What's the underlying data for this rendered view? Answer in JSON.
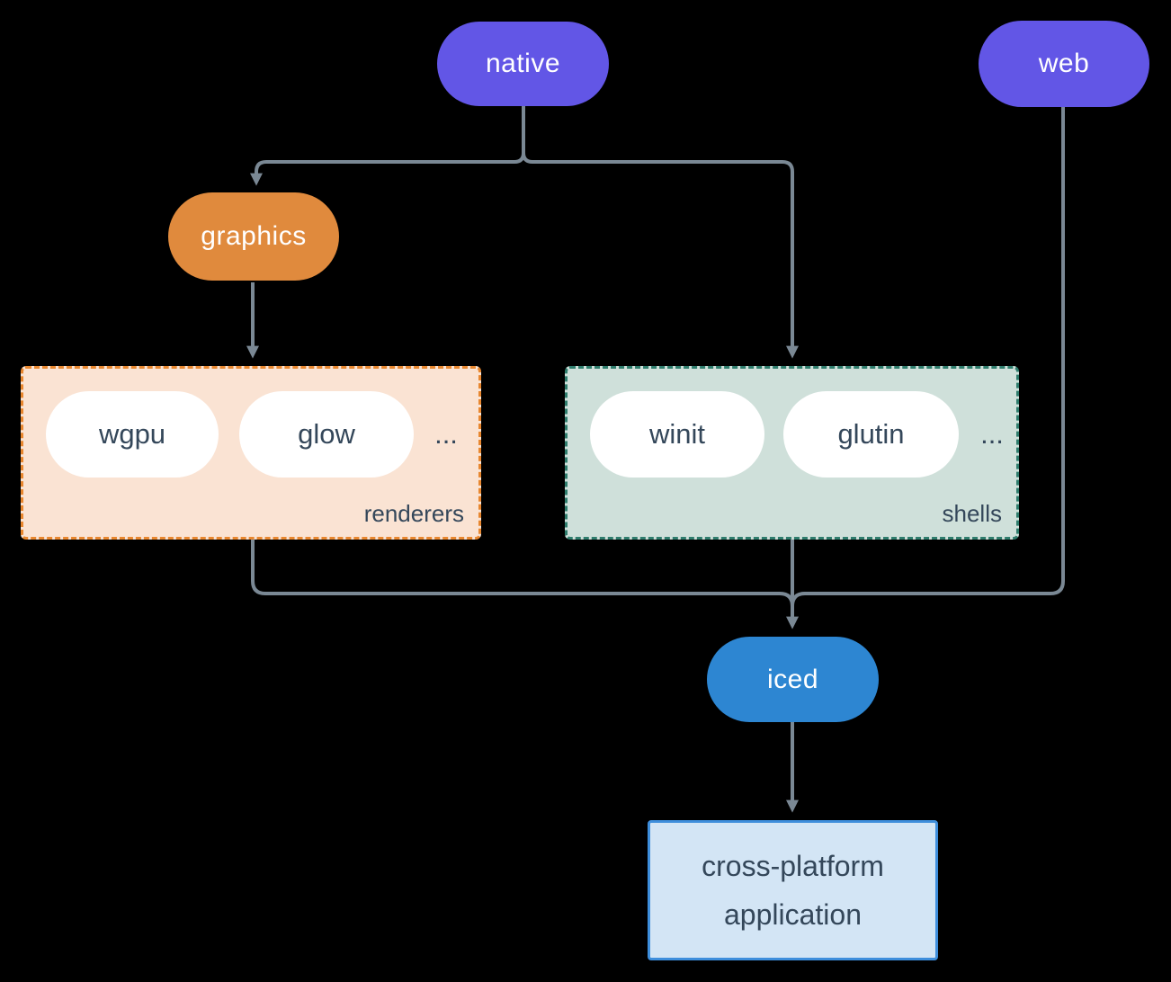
{
  "colors": {
    "background": "#000000",
    "connector": "#7A8894",
    "purple": "#6256E6",
    "orange": "#E08A3D",
    "blue": "#2D86D2",
    "white": "#FFFFFF",
    "dark-text": "#34475A",
    "peach-fill": "#FAE3D3",
    "peach-border": "#E8872F",
    "green-fill": "#CFE0DA",
    "green-border": "#2F7D6D",
    "app-fill": "#D3E5F5",
    "app-border": "#3E8EDC"
  },
  "nodes": {
    "native": {
      "label": "native"
    },
    "web": {
      "label": "web"
    },
    "graphics": {
      "label": "graphics"
    },
    "iced": {
      "label": "iced"
    },
    "application": {
      "label": "cross-platform application"
    }
  },
  "groups": {
    "renderers": {
      "label": "renderers",
      "items": [
        "wgpu",
        "glow"
      ],
      "ellipsis": "..."
    },
    "shells": {
      "label": "shells",
      "items": [
        "winit",
        "glutin"
      ],
      "ellipsis": "..."
    }
  }
}
